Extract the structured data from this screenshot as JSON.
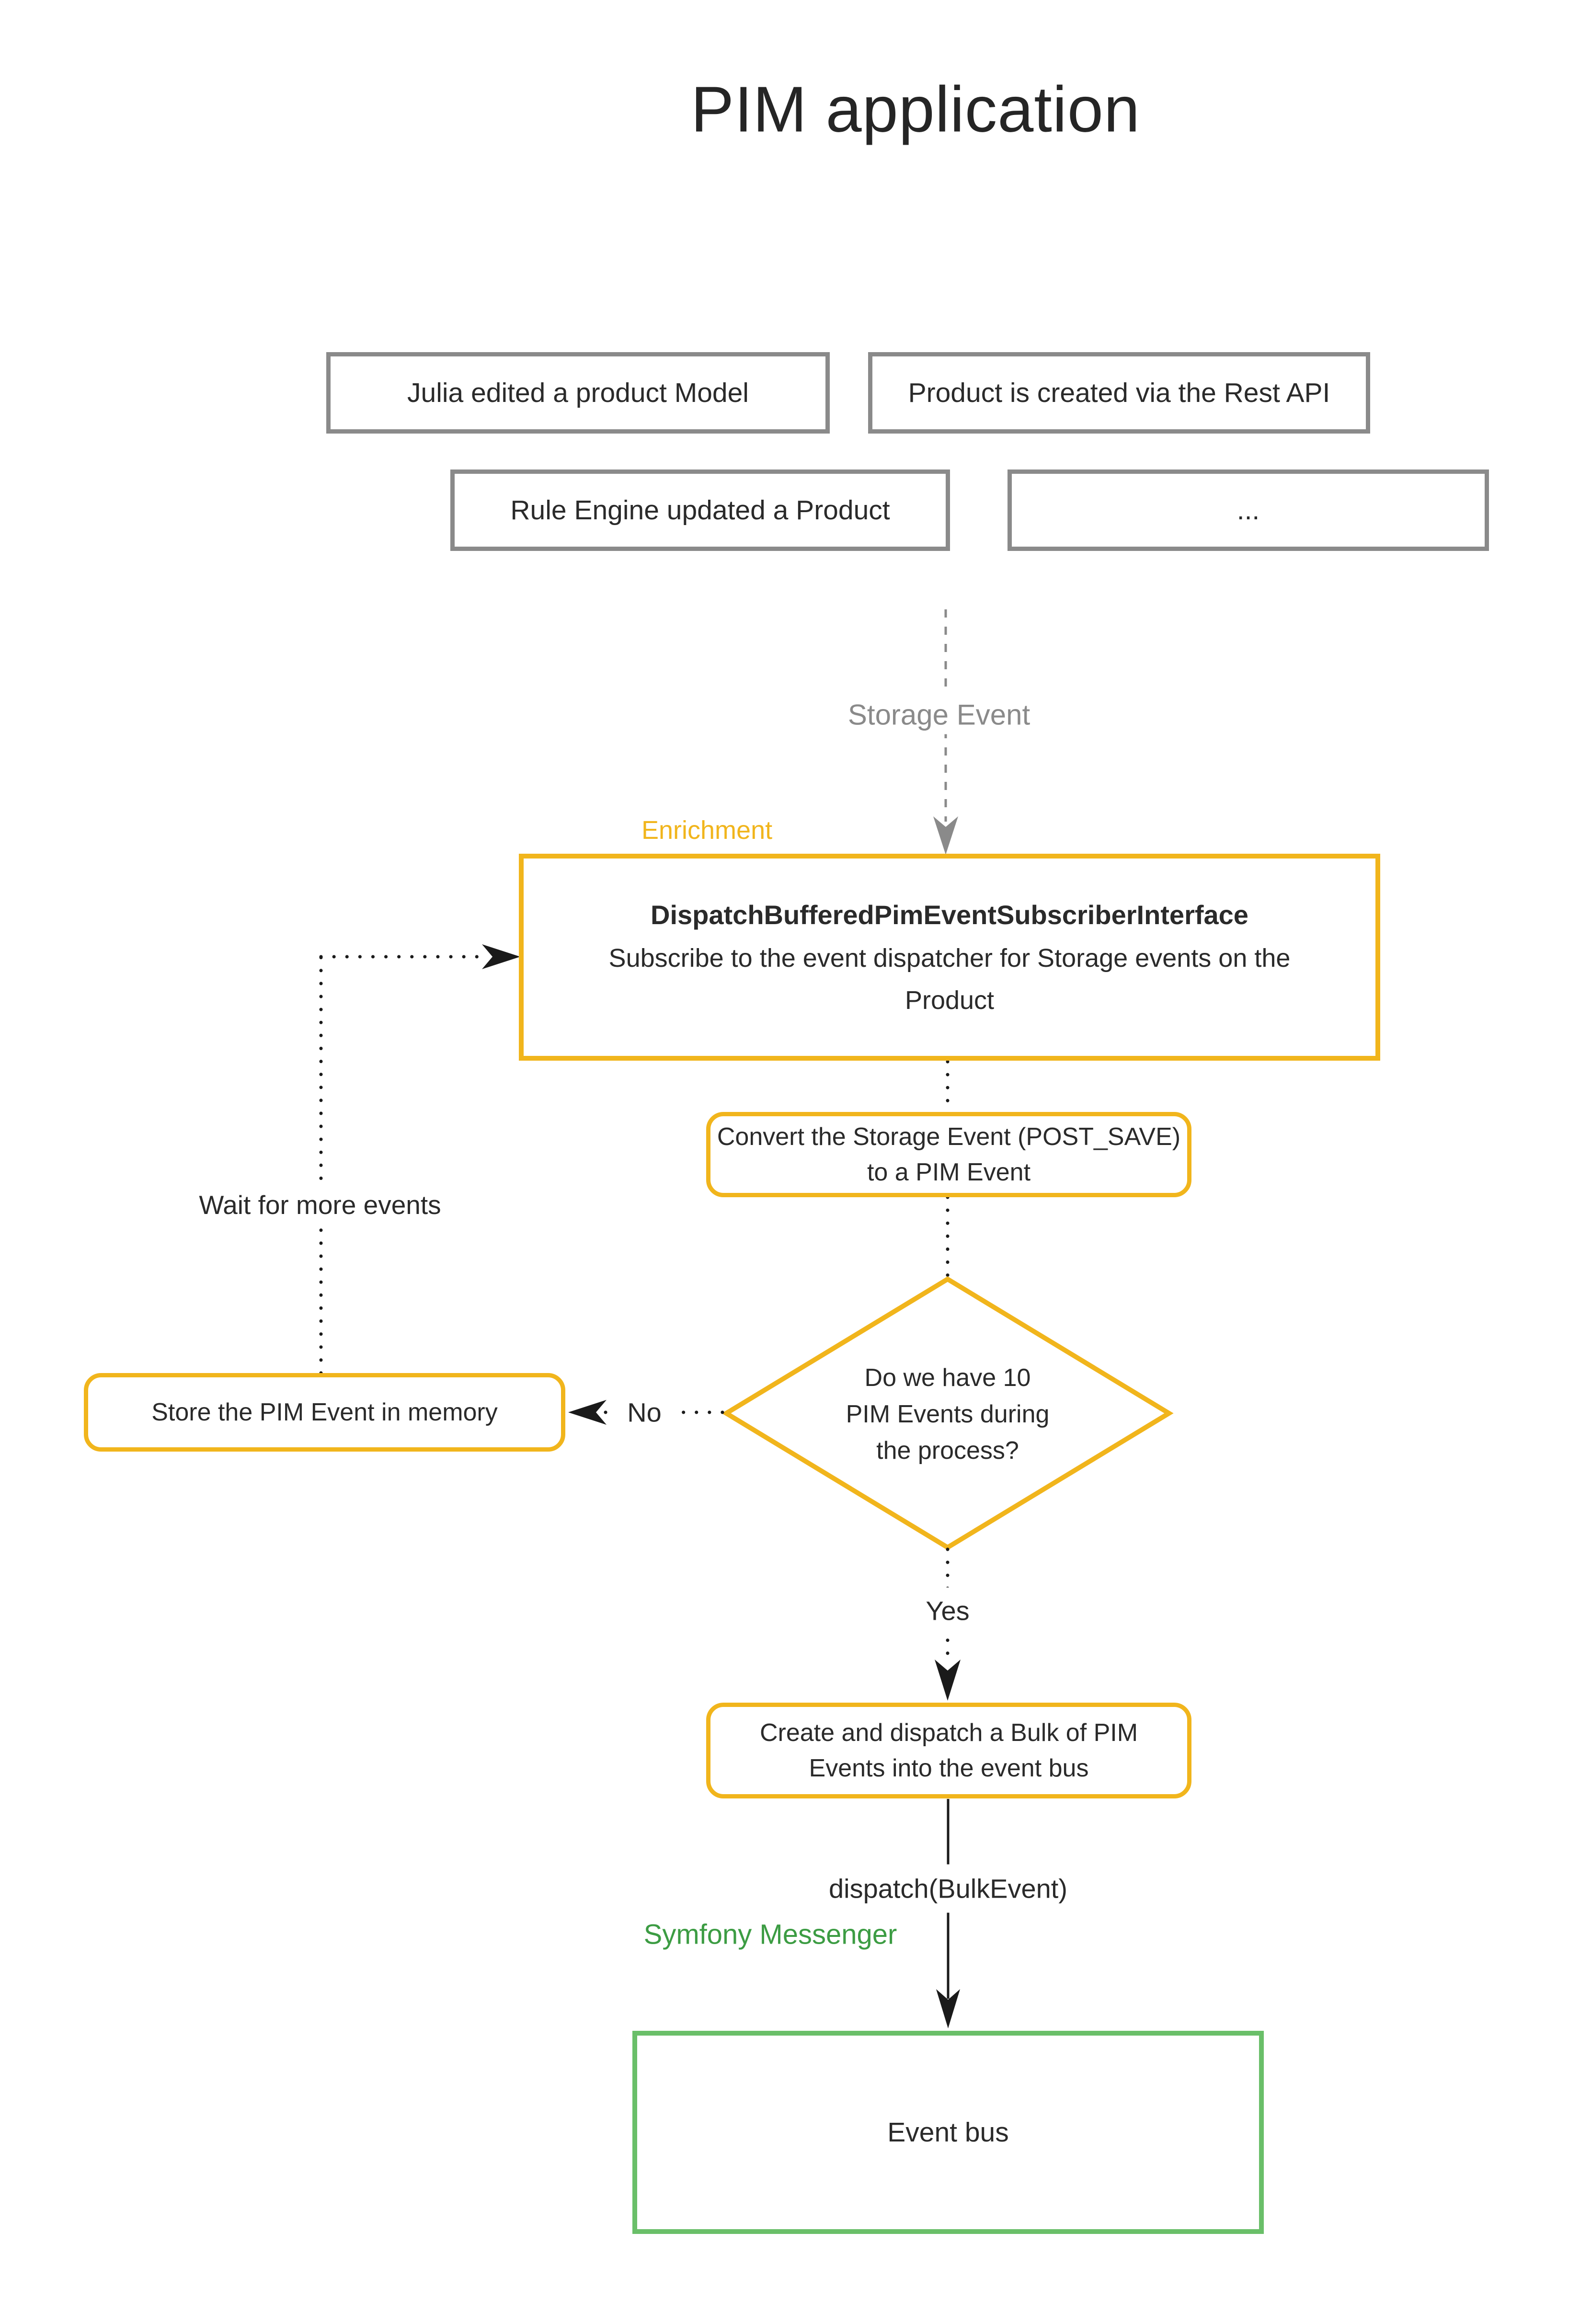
{
  "title": "PIM application",
  "colors": {
    "yellow": "#F1B51C",
    "green": "#6ABF69",
    "greenText": "#3C9C43",
    "gray": "#8A8A8A",
    "ink": "#1F1F1F"
  },
  "sources": {
    "box1": "Julia edited a product Model",
    "box2": "Product is created via the Rest API",
    "box3": "Rule Engine updated a Product",
    "box4": "..."
  },
  "flow": {
    "storage_event_label": "Storage Event",
    "enrichment_label": "Enrichment",
    "subscriber": {
      "title": "DispatchBufferedPimEventSubscriberInterface",
      "line1": "Subscribe to the event dispatcher for Storage events on the",
      "line2": "Product"
    },
    "convert": {
      "line1": "Convert the Storage Event (POST_SAVE)",
      "line2": "to a PIM Event"
    },
    "decision": {
      "line1": "Do we have 10",
      "line2": "PIM Events during",
      "line3": "the process?"
    },
    "no_label": "No",
    "yes_label": "Yes",
    "store_box": "Store the PIM Event in memory",
    "wait_label": "Wait for more events",
    "bulk": {
      "line1": "Create and dispatch a Bulk of PIM",
      "line2": "Events into the event bus"
    },
    "dispatch_label": "dispatch(BulkEvent)",
    "messenger_label": "Symfony Messenger",
    "event_bus": "Event bus"
  }
}
